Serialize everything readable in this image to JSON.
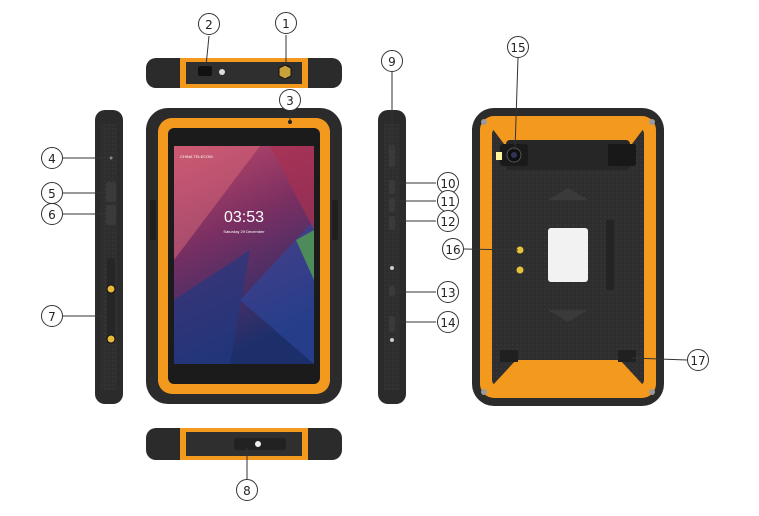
{
  "callouts": {
    "c1": "1",
    "c2": "2",
    "c3": "3",
    "c4": "4",
    "c5": "5",
    "c6": "6",
    "c7": "7",
    "c8": "8",
    "c9": "9",
    "c10": "10",
    "c11": "11",
    "c12": "12",
    "c13": "13",
    "c14": "14",
    "c15": "15",
    "c16": "16",
    "c17": "17"
  },
  "screen": {
    "carrier": "CHINA TELECOM",
    "clock": "03:53",
    "date": "Saturday 29 December"
  },
  "colors": {
    "body": "#2b2b2b",
    "accent": "#f39a1e",
    "screen_top": "#c24a6a",
    "screen_bottom": "#1c2f6a"
  }
}
